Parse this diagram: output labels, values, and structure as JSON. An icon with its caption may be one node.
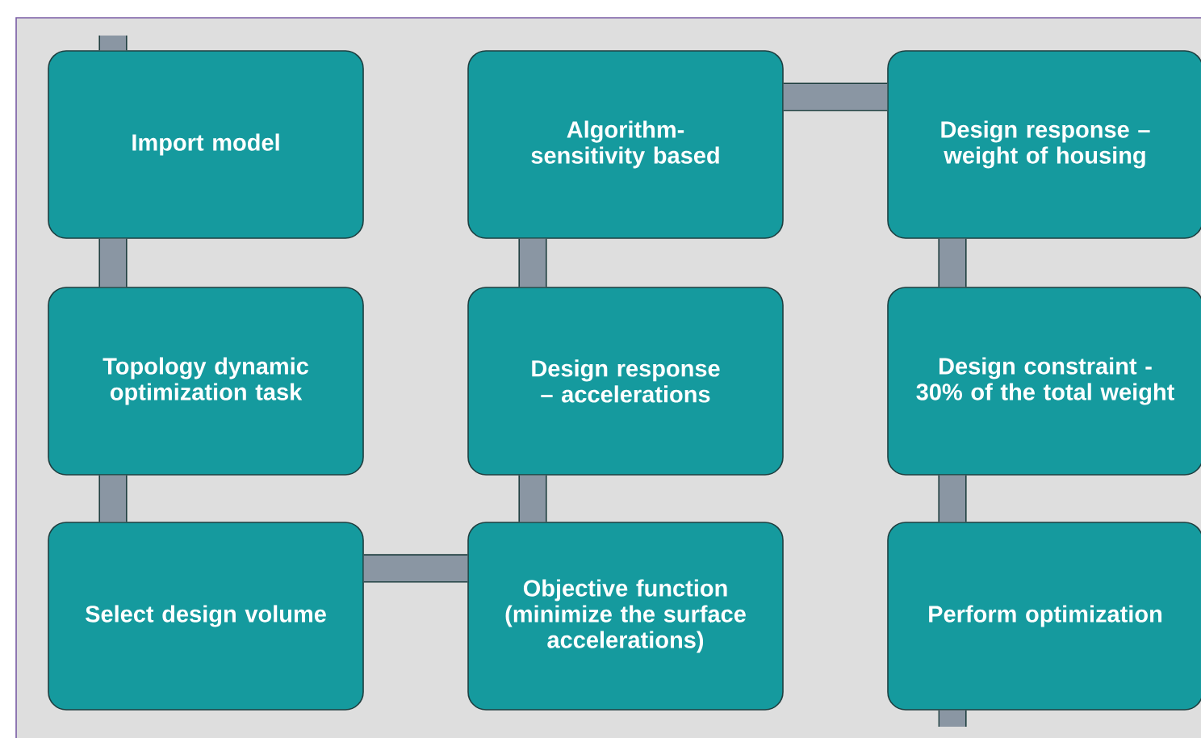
{
  "diagram": {
    "nodes": [
      {
        "text": [
          "Import model"
        ]
      },
      {
        "text": [
          "Topology dynamic optimization task"
        ]
      },
      {
        "text": [
          "Select design volume"
        ]
      },
      {
        "text": [
          "Objective function (minimize the surface accelerations)"
        ]
      },
      {
        "text": [
          "Design response – accelerations"
        ]
      },
      {
        "text": [
          "Algorithm-sensitivity based"
        ]
      },
      {
        "text": [
          "Design response – weight of housing"
        ]
      },
      {
        "text": [
          "Design constraint - 30% of the total weight"
        ]
      },
      {
        "text": [
          "Perform optimization"
        ]
      }
    ],
    "edges": [
      {
        "from": null,
        "to": 0,
        "arrow": "none"
      },
      {
        "from": 0,
        "to": 1,
        "arrow": "none"
      },
      {
        "from": 1,
        "to": 2,
        "arrow": "none"
      },
      {
        "from": 2,
        "to": 3,
        "arrow": "none"
      },
      {
        "from": 3,
        "to": 4,
        "arrow": "none"
      },
      {
        "from": 4,
        "to": 5,
        "arrow": "none"
      },
      {
        "from": 5,
        "to": 6,
        "arrow": "none"
      },
      {
        "from": 6,
        "to": 7,
        "arrow": "none"
      },
      {
        "from": 7,
        "to": 8,
        "arrow": "none"
      },
      {
        "from": 8,
        "to": null,
        "arrow": "none"
      }
    ]
  }
}
